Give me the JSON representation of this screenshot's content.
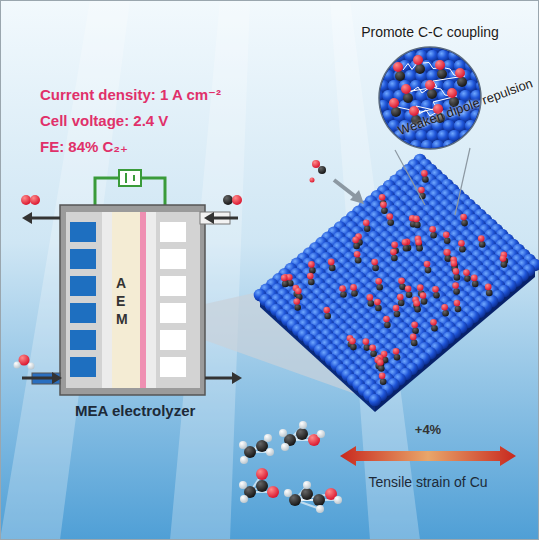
{
  "diagram": {
    "nodes": [
      {
        "text": [
          "MEA electrolyzer"
        ]
      },
      {
        "text": [
          "AEM"
        ],
        "in": 0
      },
      {
        "text": [
          "Promote C-C coupling",
          "Weaken dipole repulsion"
        ]
      },
      {
        "text": [
          "+4%",
          "Tensile strain of Cu"
        ]
      }
    ],
    "labels": [
      "Current density: 1 A cm⁻²",
      "Cell voltage: 2.4 V",
      "FE: 84% C₂₊"
    ]
  }
}
